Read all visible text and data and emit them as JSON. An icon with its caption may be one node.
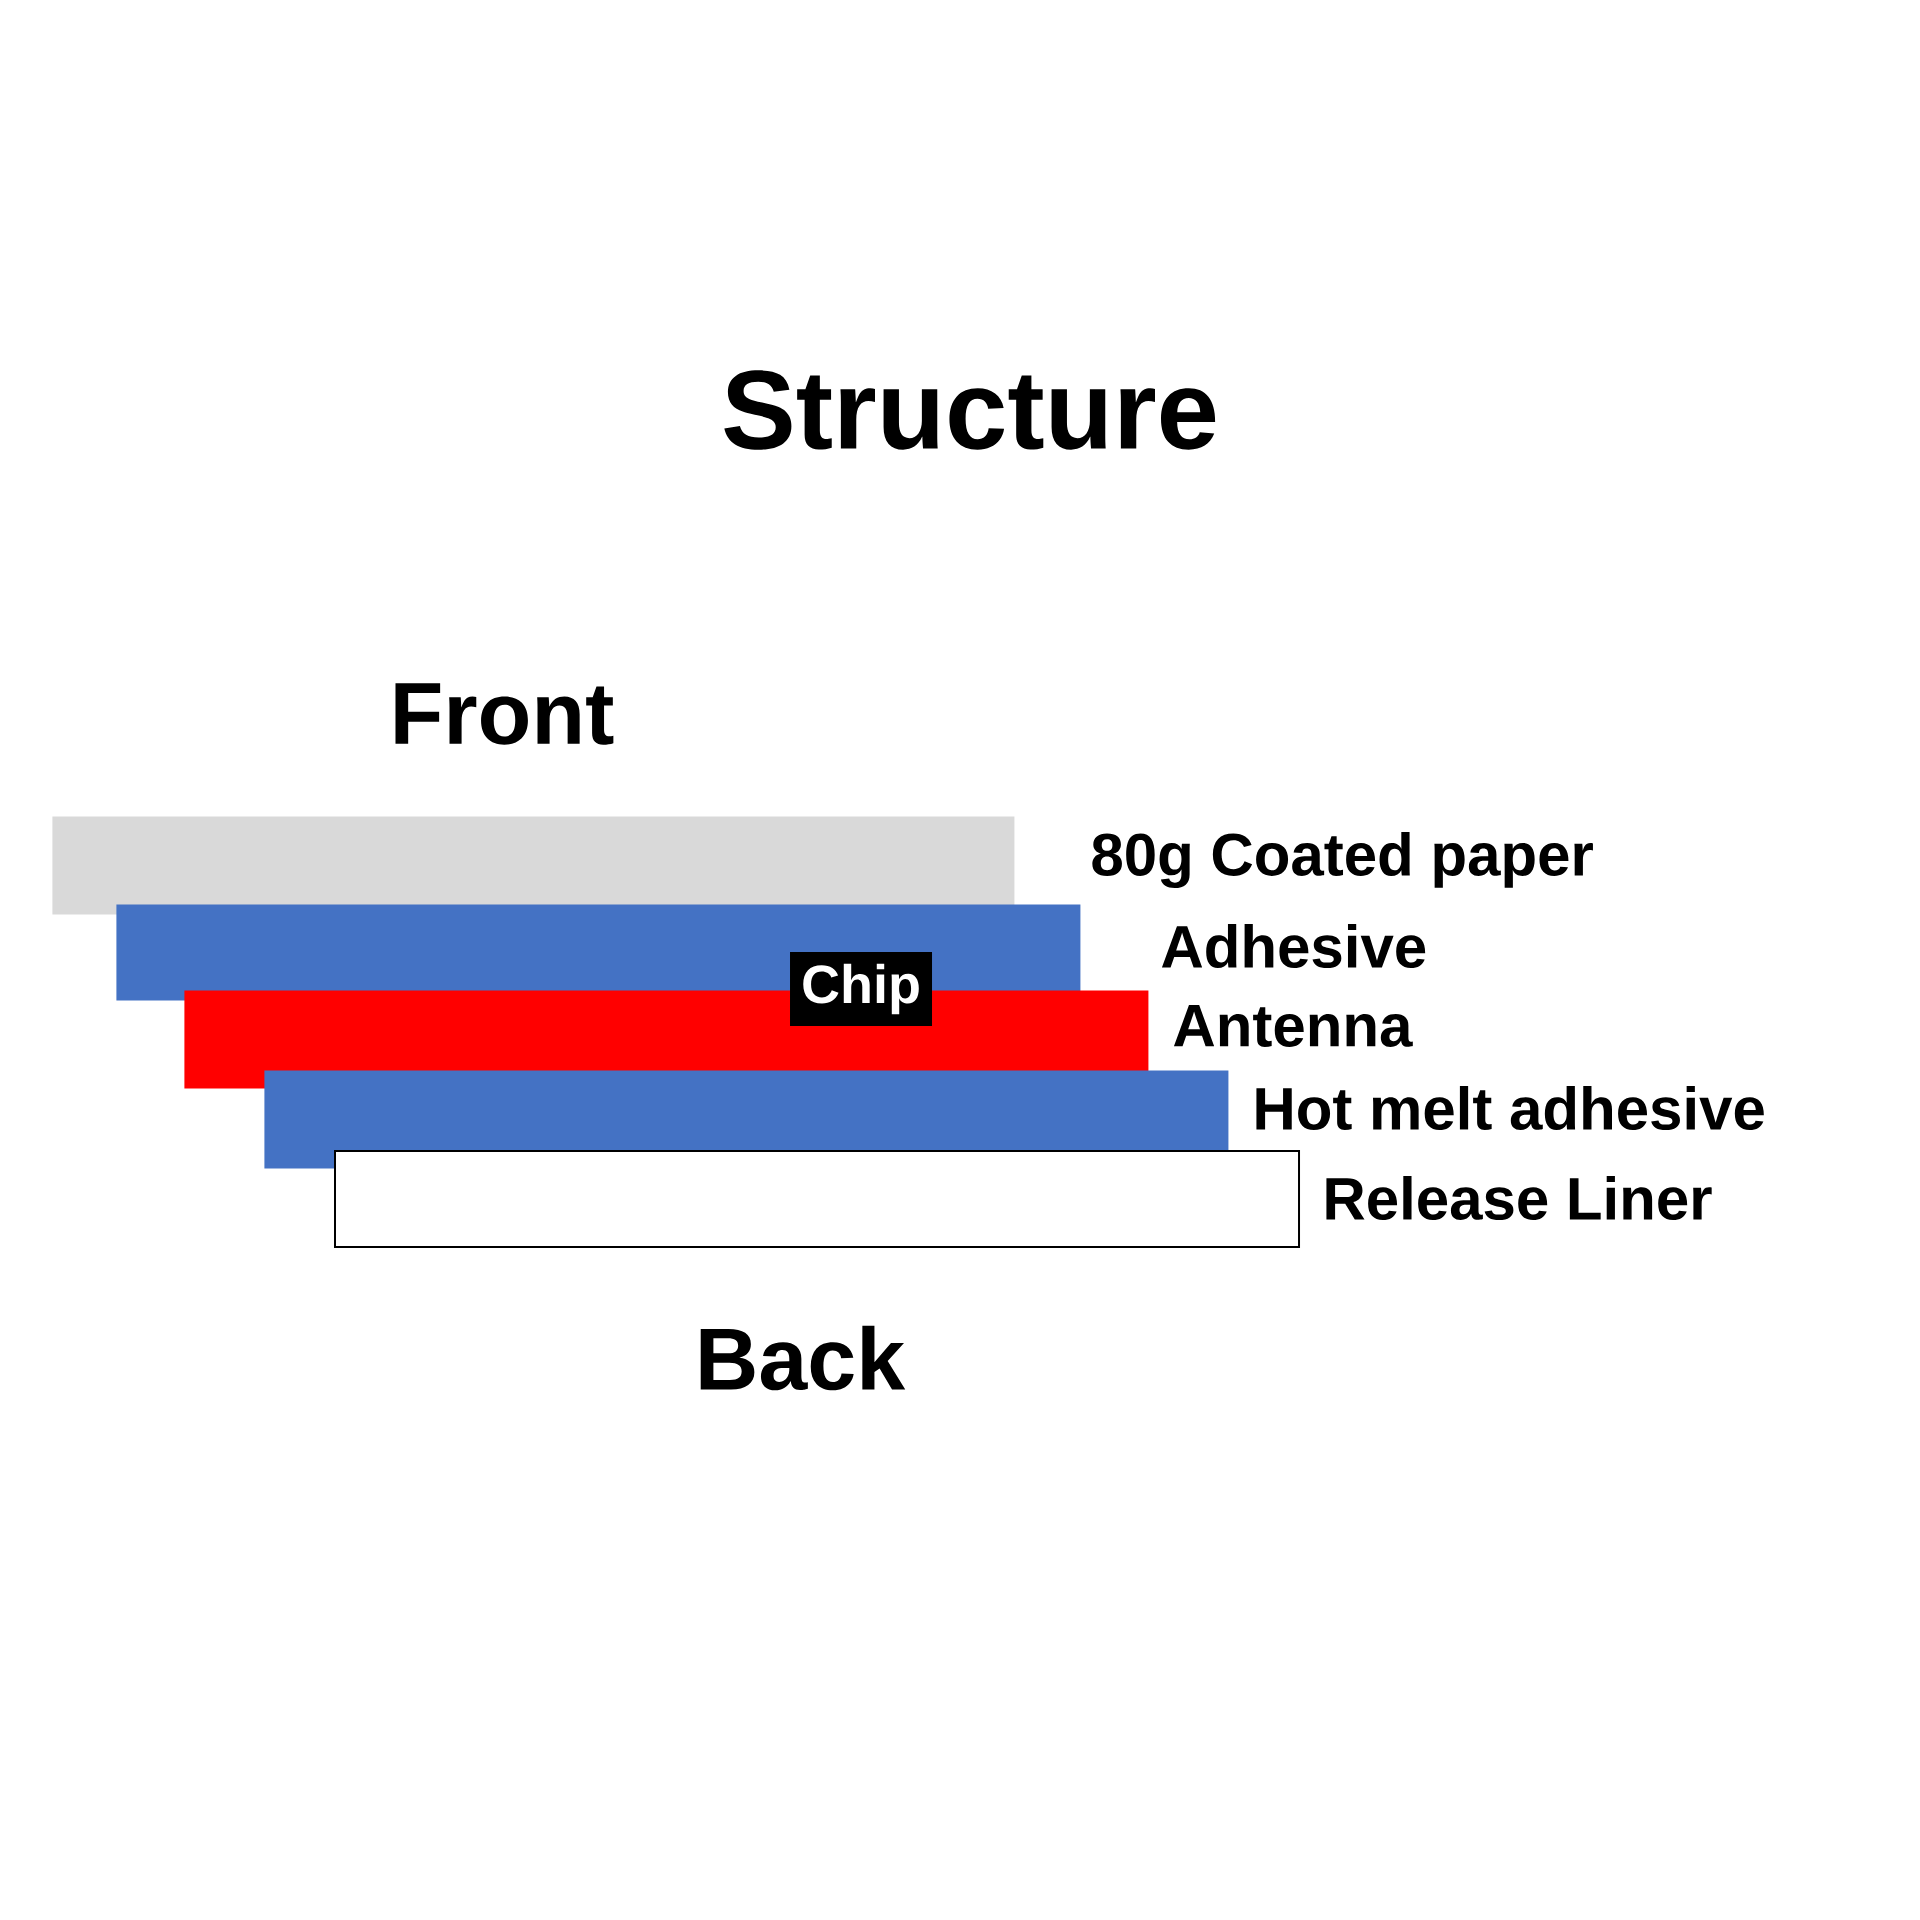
{
  "diagram": {
    "title": "Structure",
    "nodes": [
      {
        "text": [],
        "shape": "bar"
      },
      {
        "text": [],
        "shape": "bar"
      },
      {
        "text": [],
        "shape": "bar"
      },
      {
        "text": [],
        "shape": "bar"
      },
      {
        "text": [],
        "shape": "bar"
      },
      {
        "text": [
          "Chip"
        ]
      }
    ],
    "labels": [
      "Front",
      "80g Coated paper",
      "Adhesive",
      "Antenna",
      "Hot melt adhesive",
      "Release Liner",
      "Back"
    ]
  }
}
